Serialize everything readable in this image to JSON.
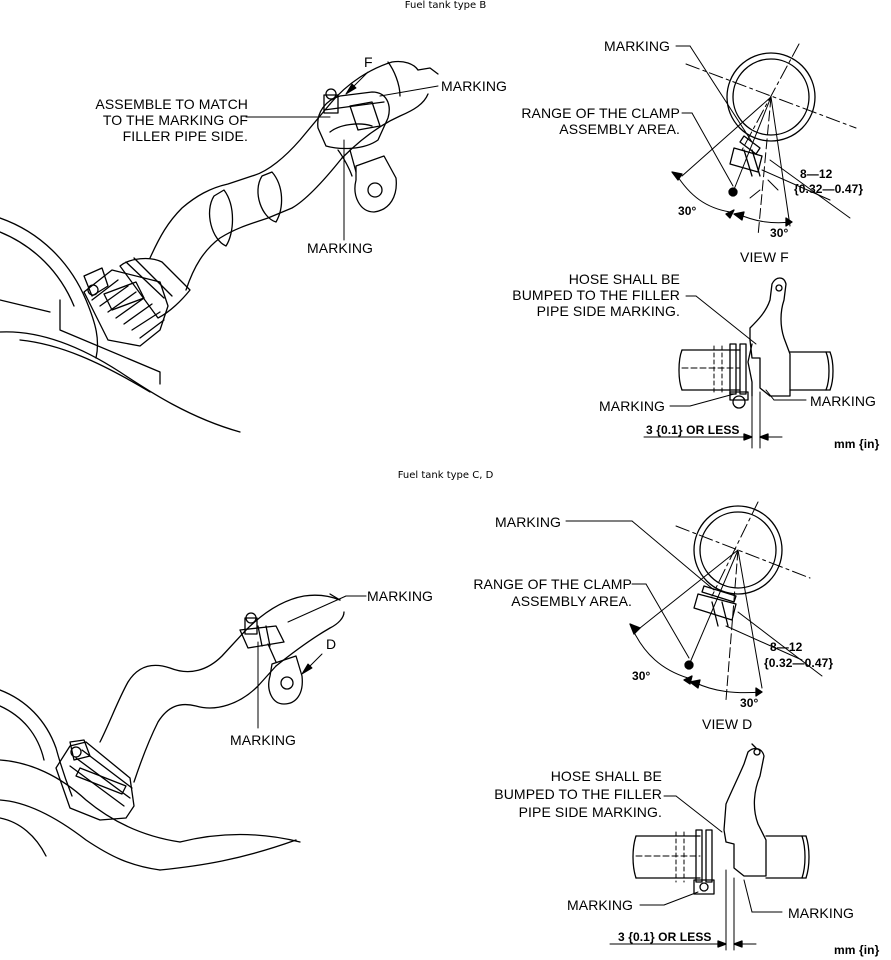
{
  "sections": [
    {
      "caption": "Fuel tank type B",
      "left": {
        "arrow_letter": "F",
        "assemble_lines": [
          "ASSEMBLE TO MATCH",
          "TO THE MARKING OF",
          "FILLER PIPE SIDE."
        ],
        "marking_top": "MARKING",
        "marking_bottom": "MARKING"
      },
      "view": {
        "marking": "MARKING",
        "range_lines": [
          "RANGE OF THE CLAMP",
          "ASSEMBLY AREA."
        ],
        "dim_value": "8—12",
        "dim_inch": "{0.32—0.47}",
        "angle_left": "30°",
        "angle_right": "30°",
        "title": "VIEW F"
      },
      "hose": {
        "note_lines": [
          "HOSE SHALL BE",
          "BUMPED TO THE FILLER",
          "PIPE SIDE MARKING."
        ],
        "marking_left": "MARKING",
        "marking_right": "MARKING",
        "gap": "3 {0.1} OR LESS",
        "units": "mm {in}"
      }
    },
    {
      "caption": "Fuel tank type C, D",
      "left": {
        "arrow_letter": "D",
        "marking_top": "MARKING",
        "marking_bottom": "MARKING"
      },
      "view": {
        "marking": "MARKING",
        "range_lines": [
          "RANGE OF THE CLAMP",
          "ASSEMBLY AREA."
        ],
        "dim_value": "8—12",
        "dim_inch": "{0.32—0.47}",
        "angle_left": "30°",
        "angle_right": "30°",
        "title": "VIEW D"
      },
      "hose": {
        "note_lines": [
          "HOSE SHALL BE",
          "BUMPED TO THE FILLER",
          "PIPE SIDE MARKING."
        ],
        "marking_left": "MARKING",
        "marking_right": "MARKING",
        "gap": "3 {0.1} OR LESS",
        "units": "mm {in}"
      }
    }
  ]
}
